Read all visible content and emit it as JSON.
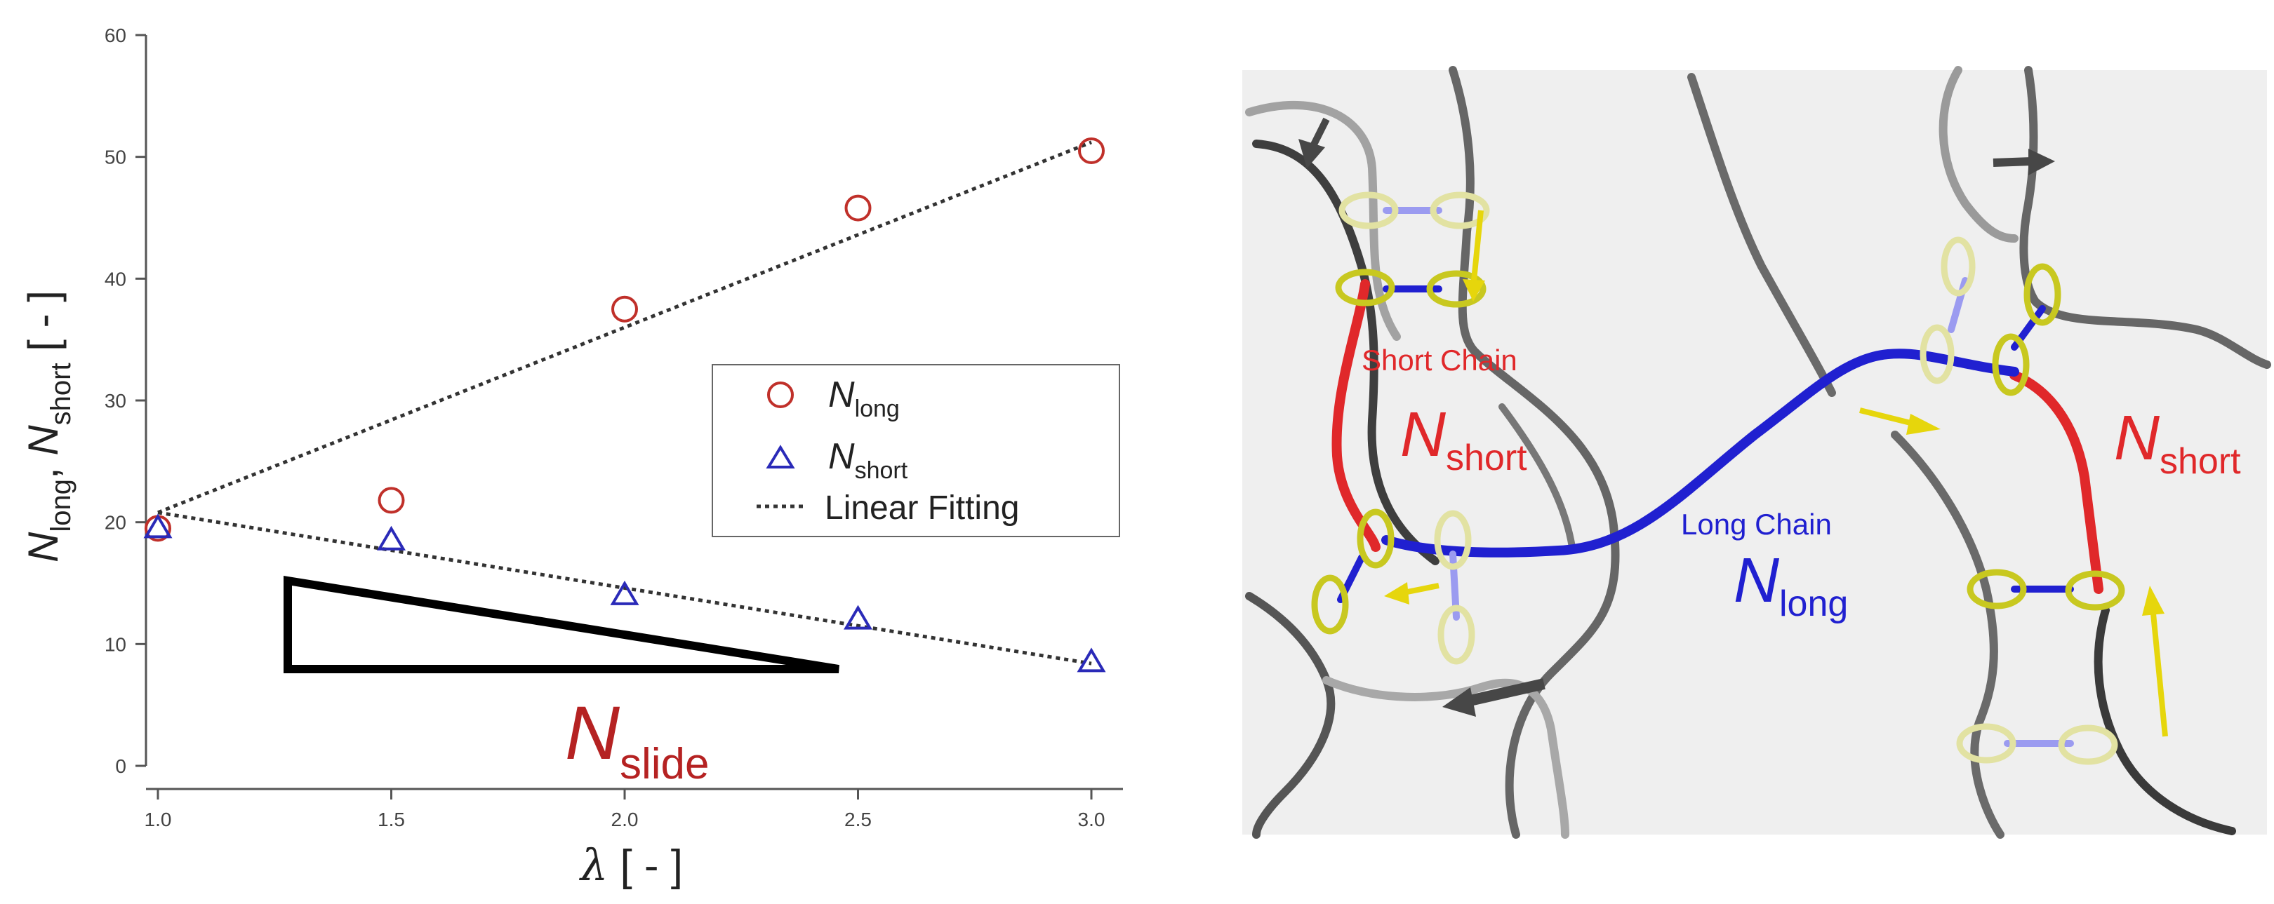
{
  "chart_data": {
    "type": "scatter",
    "xlabel": {
      "symbol": "λ",
      "unit": " [ - ]"
    },
    "ylabel": {
      "a": "N",
      "a_sub": "long",
      "sep": ", ",
      "b": "N",
      "b_sub": "short",
      "unit": " [ - ]"
    },
    "xlim": [
      1.0,
      3.0
    ],
    "ylim": [
      0,
      60
    ],
    "x_ticks": [
      "1.0",
      "1.5",
      "2.0",
      "2.5",
      "3.0"
    ],
    "y_ticks": [
      "0",
      "10",
      "20",
      "30",
      "40",
      "50",
      "60"
    ],
    "grid": false,
    "legend_placement": "center-right",
    "series": [
      {
        "name": "N",
        "name_sub": "long",
        "marker": "circle",
        "color": "#c0302a",
        "x": [
          1.0,
          1.5,
          2.0,
          2.5,
          3.0
        ],
        "y": [
          19.5,
          21.8,
          37.5,
          45.8,
          50.5
        ]
      },
      {
        "name": "N",
        "name_sub": "short",
        "marker": "triangle",
        "color": "#2a2ab8",
        "x": [
          1.0,
          1.5,
          2.0,
          2.5,
          3.0
        ],
        "y": [
          19.5,
          18.5,
          14.0,
          12.0,
          8.5
        ]
      }
    ],
    "fits": [
      {
        "name": "Linear Fitting",
        "x": [
          1.0,
          3.0
        ],
        "y": [
          20.8,
          51.2
        ]
      },
      {
        "name": "Linear Fitting",
        "x": [
          1.0,
          3.0
        ],
        "y": [
          20.8,
          8.4
        ]
      }
    ],
    "slope_annotation": {
      "symbol": "N",
      "sub": "slide",
      "color": "#b52222"
    }
  },
  "diagram": {
    "short_chain_label": "Short Chain",
    "long_chain_label": "Long Chain",
    "n_symbol": "N",
    "short_sub": "short",
    "long_sub": "long",
    "colors": {
      "short": "#e0282a",
      "long": "#2020d0",
      "ring": "#c8c820",
      "arrow_yellow": "#e6d60c",
      "arrow_dark": "#474747",
      "strand": "#6e6e6e",
      "panel_bg": "#efefef"
    }
  }
}
